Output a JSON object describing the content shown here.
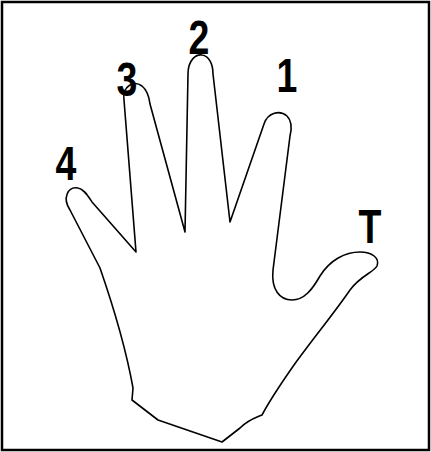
{
  "diagram": {
    "labels": [
      "4",
      "3",
      "2",
      "1",
      "T"
    ]
  }
}
